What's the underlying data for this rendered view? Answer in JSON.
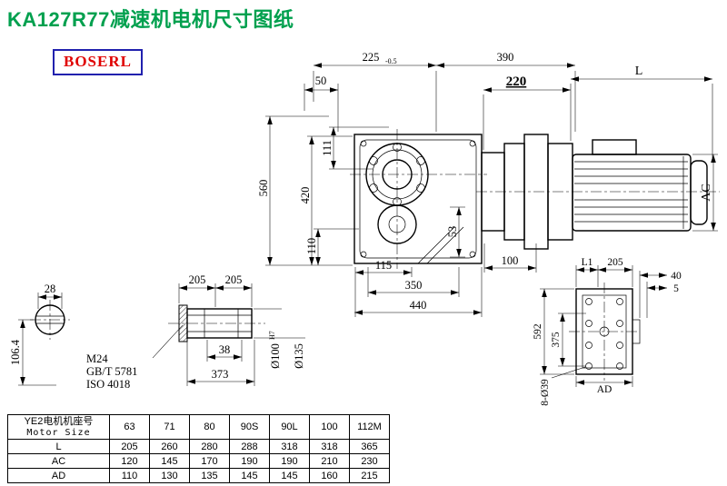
{
  "page": {
    "title": "KA127R77减速机电机尺寸图纸",
    "logo_text": "BOSERL"
  },
  "colors": {
    "title_green": "#00A04E",
    "logo_red": "#E00000",
    "logo_border_blue": "#2121AE",
    "drawing_line": "#000000"
  },
  "dims": {
    "top_225": "225",
    "top_225_tol": "-0.5",
    "top_390": "390",
    "top_50": "50",
    "top_220": "220",
    "top_L": "L",
    "left_560": "560",
    "left_420": "420",
    "left_111": "111",
    "left_110": "110",
    "mid_53": "53",
    "right_AC": "AC",
    "bot_115": "115",
    "bot_100": "100",
    "bot_350": "350",
    "bot_440": "440",
    "shaftend_28": "28",
    "shaftend_106": "106.4",
    "shaft_205a": "205",
    "shaft_205b": "205",
    "shaft_M24": "M24",
    "shaft_gbt": "GB/T 5781",
    "shaft_iso": "ISO 4018",
    "shaft_38": "38",
    "shaft_373": "373",
    "shaft_d100": "Ø100",
    "shaft_d100_sup": "H7",
    "shaft_d135": "Ø135",
    "flange_L1": "L1",
    "flange_205": "205",
    "flange_40": "40",
    "flange_5": "5",
    "flange_592": "592",
    "flange_375": "375",
    "flange_AD": "AD",
    "flange_8d39": "8-Ø39"
  },
  "table": {
    "header_cn": "YE2电机机座号",
    "header_en": "Motor Size",
    "sizes": [
      "63",
      "71",
      "80",
      "90S",
      "90L",
      "100",
      "112M"
    ],
    "rows": [
      {
        "label": "L",
        "values": [
          "205",
          "260",
          "280",
          "288",
          "318",
          "318",
          "365"
        ]
      },
      {
        "label": "AC",
        "values": [
          "120",
          "145",
          "170",
          "190",
          "190",
          "210",
          "230"
        ]
      },
      {
        "label": "AD",
        "values": [
          "110",
          "130",
          "135",
          "145",
          "145",
          "160",
          "215"
        ]
      }
    ]
  }
}
